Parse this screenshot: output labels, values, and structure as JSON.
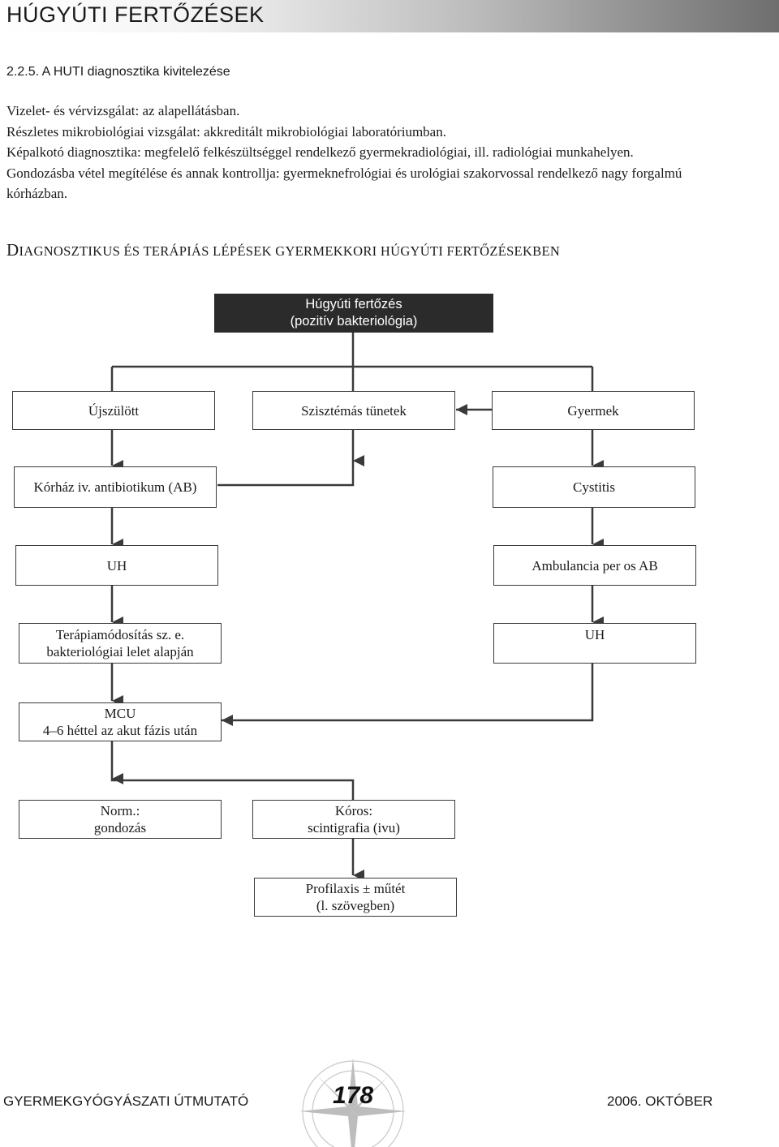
{
  "header": {
    "title": "HÚGYÚTI FERTŐZÉSEK"
  },
  "section": {
    "heading": "2.2.5. A HUTI diagnosztika kivitelezése"
  },
  "paragraphs": [
    "Vizelet- és vérvizsgálat: az alapellátásban.",
    "Részletes mikrobiológiai vizsgálat: akkreditált mikrobiológiai laboratóriumban.",
    "Képalkotó diagnosztika: megfelelő felkészültséggel rendelkező gyermekradiológiai, ill. radiológiai munkahelyen.",
    "Gondozásba vétel megítélése és annak kontrollja: gyermeknefrológiai és urológiai szakorvossal rendelkező nagy forgalmú kórházban."
  ],
  "diagram_heading": {
    "first_letter": "D",
    "rest": "IAGNOSZTIKUS ÉS TERÁPIÁS LÉPÉSEK GYERMEKKORI HÚGYÚTI FERTŐZÉSEKBEN"
  },
  "flowchart": {
    "root": {
      "line1": "Húgyúti fertőzés",
      "line2": "(pozitív bakteriológia)"
    },
    "newborn": "Újszülött",
    "systemic": "Szisztémás tünetek",
    "child": "Gyermek",
    "hospital": "Kórház iv. antibiotikum (AB)",
    "cystitis": "Cystitis",
    "uh_left": "UH",
    "ambulance": "Ambulancia per os AB",
    "therapy": {
      "line1": "Terápiamódosítás sz. e.",
      "line2": "bakteriológiai lelet alapján"
    },
    "uh_right": "UH",
    "mcu": {
      "line1": "MCU",
      "line2": "4–6 héttel az akut fázis után"
    },
    "normal": {
      "line1": "Norm.:",
      "line2": "gondozás"
    },
    "abnormal": {
      "line1": "Kóros:",
      "line2": "scintigrafia (ivu)"
    },
    "prophylaxis": {
      "line1": "Profilaxis ± műtét",
      "line2": "(l. szövegben)"
    }
  },
  "footer": {
    "left": "GYERMEKGYÓGYÁSZATI ÚTMUTATÓ",
    "page": "178",
    "right": "2006. OKTÓBER"
  }
}
